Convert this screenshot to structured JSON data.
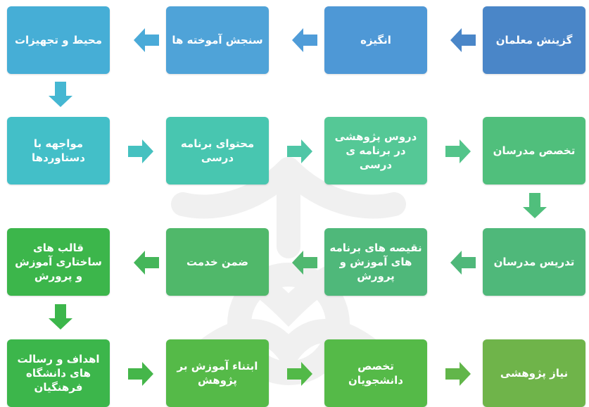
{
  "colors": {
    "row1_right": "#4a86c8",
    "row1_mid": "#4e98d6",
    "row1_alt": "#4fa3d8",
    "row1_left": "#46aed6",
    "row2_teal": "#43bfc8",
    "row2_sea": "#48c6b0",
    "row2_mint": "#55c896",
    "row2_green": "#50bf7c",
    "row3_green": "#4fb87a",
    "row3_mid": "#50b86a",
    "row3_left": "#3cb64b",
    "row4_left": "#3cb64b",
    "row4_mid": "#55ba48",
    "row4_right": "#6fb44a",
    "watermark": "#8a8a8a"
  },
  "diagram": {
    "nodes": [
      {
        "id": "teacher-selection",
        "text": "گزینش معلمان"
      },
      {
        "id": "motivation",
        "text": "انگیزه"
      },
      {
        "id": "learning-assessment",
        "text": "سنجش آموخته ها"
      },
      {
        "id": "environment-equipment",
        "text": "محیط و تجهیزات"
      },
      {
        "id": "instructor-expertise",
        "text": "تخصص مدرسان"
      },
      {
        "id": "research-courses",
        "text": "دروس پژوهشی در برنامه ی درسی"
      },
      {
        "id": "curriculum-content",
        "text": "محتوای برنامه درسی"
      },
      {
        "id": "facing-achievements",
        "text": "مواجهه با دستاوردها"
      },
      {
        "id": "instructor-teaching",
        "text": "تدریس مدرسان"
      },
      {
        "id": "program-shortcomings",
        "text": "نقیصه های برنامه های آموزش و پرورش"
      },
      {
        "id": "in-service",
        "text": "ضمن خدمت"
      },
      {
        "id": "structural-templates",
        "text": "قالب های ساختاری آموزش و پرورش"
      },
      {
        "id": "research-need",
        "text": "نیاز پژوهشی"
      },
      {
        "id": "student-expertise",
        "text": "تخصص دانشجویان"
      },
      {
        "id": "research-based-education",
        "text": "ابتناء آموزش بر پژوهش"
      },
      {
        "id": "university-goals",
        "text": "اهداف و رسالت های دانشگاه فرهنگیان"
      }
    ]
  }
}
